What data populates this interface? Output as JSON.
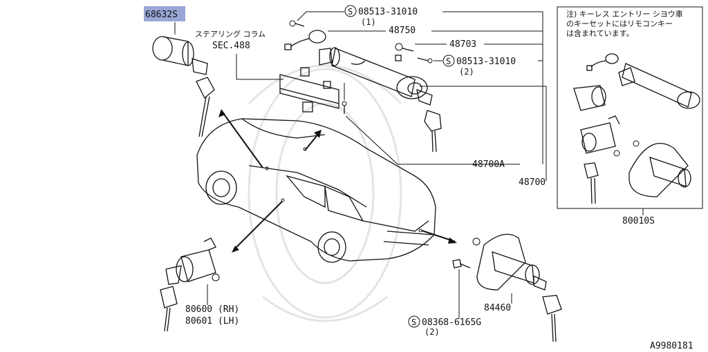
{
  "parts": {
    "p68632": "68632S",
    "s1_code": "08513-31010",
    "s1_qty": "(1)",
    "p48750": "48750",
    "p48703": "48703",
    "s2_code": "08513-31010",
    "s2_qty": "(2)",
    "p48700A": "48700A",
    "p48700": "48700",
    "p80600": "80600 (RH)",
    "p80601": "80601 (LH)",
    "p84460": "84460",
    "s3_code": "08368-6165G",
    "s3_qty": "(2)",
    "p80010": "80010S"
  },
  "section": {
    "line1": "ステアリング コラム",
    "line2": "SEC.488"
  },
  "note": {
    "line1": "注) キーレス エントリー シヨウ車",
    "line2": "のキーセットにはリモコンキー",
    "line3": "は含まれています。"
  },
  "screw_mark": "S",
  "figure_code": "A9980181",
  "colors": {
    "highlight": "#9aa6d6",
    "ink": "#111111"
  }
}
